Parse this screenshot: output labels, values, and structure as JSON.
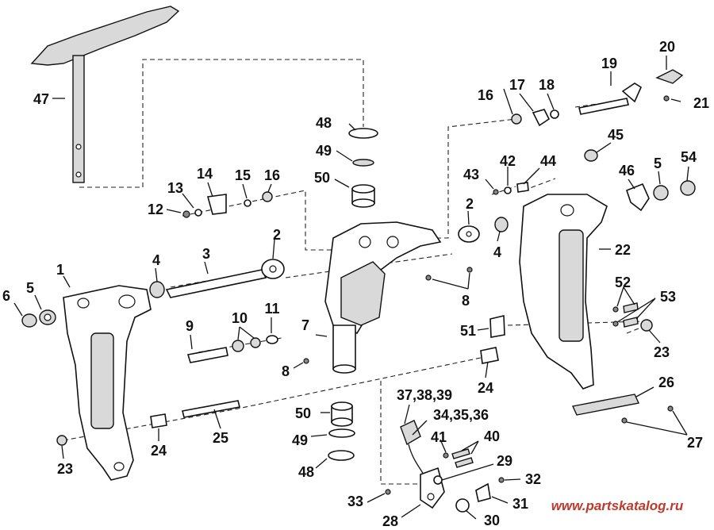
{
  "diagram": {
    "callouts": [
      "1",
      "2",
      "3",
      "4",
      "5",
      "6",
      "7",
      "8",
      "9",
      "10",
      "11",
      "12",
      "13",
      "14",
      "15",
      "16",
      "17",
      "18",
      "19",
      "20",
      "21",
      "22",
      "23",
      "24",
      "25",
      "26",
      "27",
      "28",
      "29",
      "30",
      "31",
      "32",
      "33",
      "34,35,36",
      "37,38,39",
      "40",
      "41",
      "42",
      "43",
      "44",
      "45",
      "46",
      "47",
      "48",
      "49",
      "50",
      "51",
      "52",
      "53",
      "54"
    ],
    "watermark": "www.partskatalog.ru"
  }
}
